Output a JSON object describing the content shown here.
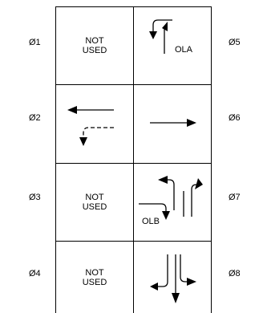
{
  "phases_left": [
    "Ø1",
    "Ø2",
    "Ø3",
    "Ø4"
  ],
  "phases_right": [
    "Ø5",
    "Ø6",
    "Ø7",
    "Ø8"
  ],
  "cells": {
    "p1": {
      "line1": "NOT",
      "line2": "USED"
    },
    "p3": {
      "line1": "NOT",
      "line2": "USED"
    },
    "p4": {
      "line1": "NOT",
      "line2": "USED"
    }
  },
  "overlaps": {
    "ola": "OLA",
    "olb": "OLB"
  },
  "icons": {
    "p5": "left-turn-arrow-with-overlap-icon",
    "p2": "westbound-through-and-permissive-left-icon",
    "p6": "eastbound-through-arrow-icon",
    "p7": "northbound-left-through-with-overlap-icon",
    "p8": "southbound-through-and-left-turn-icon"
  }
}
